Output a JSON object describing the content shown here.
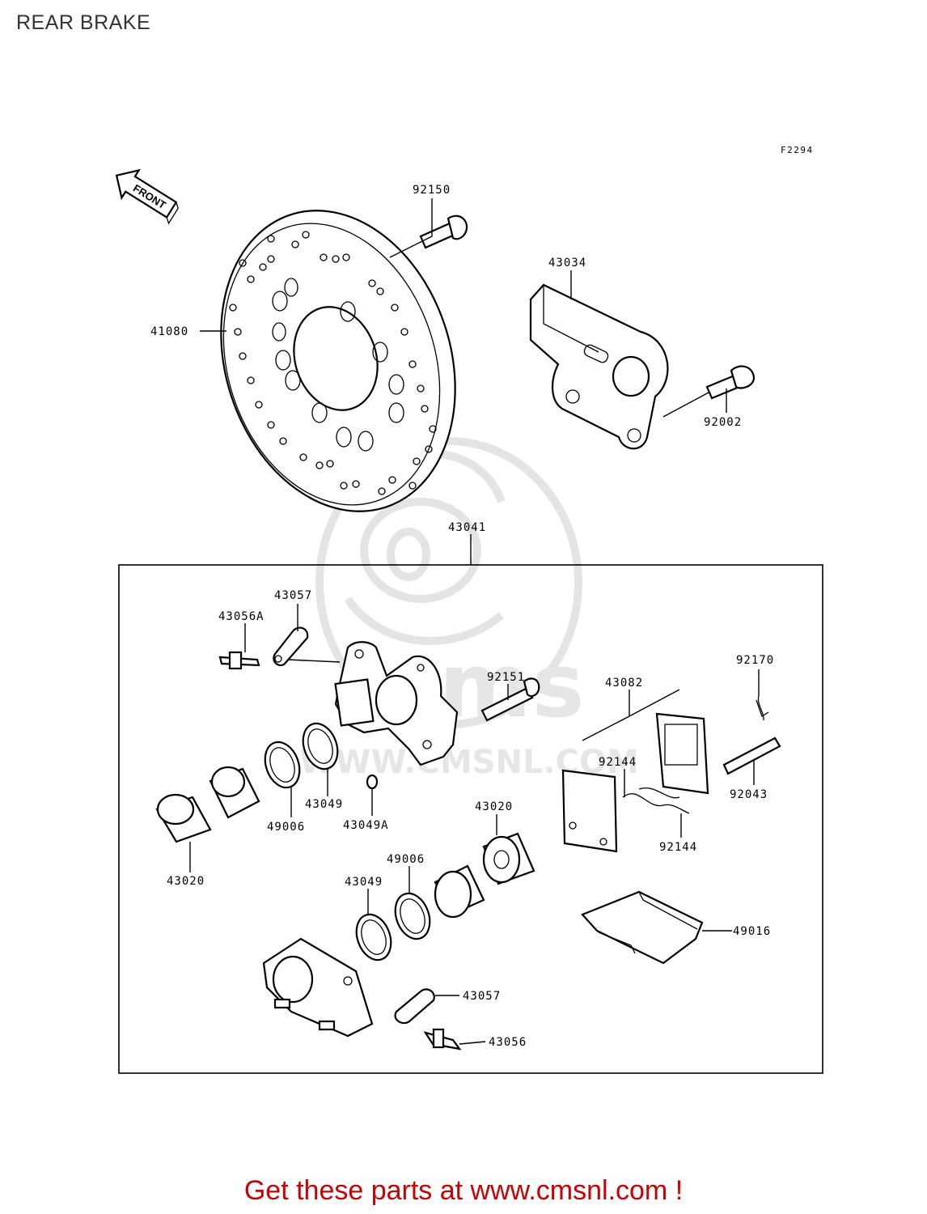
{
  "title": "REAR BRAKE",
  "figure_code": "F2294",
  "front_label": "FRONT",
  "watermark": {
    "brand": "cms",
    "url": "WWW.CMSNL.COM"
  },
  "parts": [
    {
      "id": "p92150",
      "label": "92150"
    },
    {
      "id": "p43034",
      "label": "43034"
    },
    {
      "id": "p41080",
      "label": "41080"
    },
    {
      "id": "p92002",
      "label": "92002"
    },
    {
      "id": "p43041",
      "label": "43041"
    },
    {
      "id": "p43057a",
      "label": "43057"
    },
    {
      "id": "p43056a",
      "label": "43056A"
    },
    {
      "id": "p92151",
      "label": "92151"
    },
    {
      "id": "p92170",
      "label": "92170"
    },
    {
      "id": "p43082",
      "label": "43082"
    },
    {
      "id": "p92144a",
      "label": "92144"
    },
    {
      "id": "p92043",
      "label": "92043"
    },
    {
      "id": "p43049a",
      "label": "43049"
    },
    {
      "id": "p49006a",
      "label": "49006"
    },
    {
      "id": "p43049A",
      "label": "43049A"
    },
    {
      "id": "p43020a",
      "label": "43020"
    },
    {
      "id": "p92144b",
      "label": "92144"
    },
    {
      "id": "p43020b",
      "label": "43020"
    },
    {
      "id": "p49006b",
      "label": "49006"
    },
    {
      "id": "p43049b",
      "label": "43049"
    },
    {
      "id": "p49016",
      "label": "49016"
    },
    {
      "id": "p43057b",
      "label": "43057"
    },
    {
      "id": "p43056",
      "label": "43056"
    }
  ],
  "footer": {
    "text": "Get these parts at www.cmsnl.com !",
    "color": "#cc0000"
  }
}
